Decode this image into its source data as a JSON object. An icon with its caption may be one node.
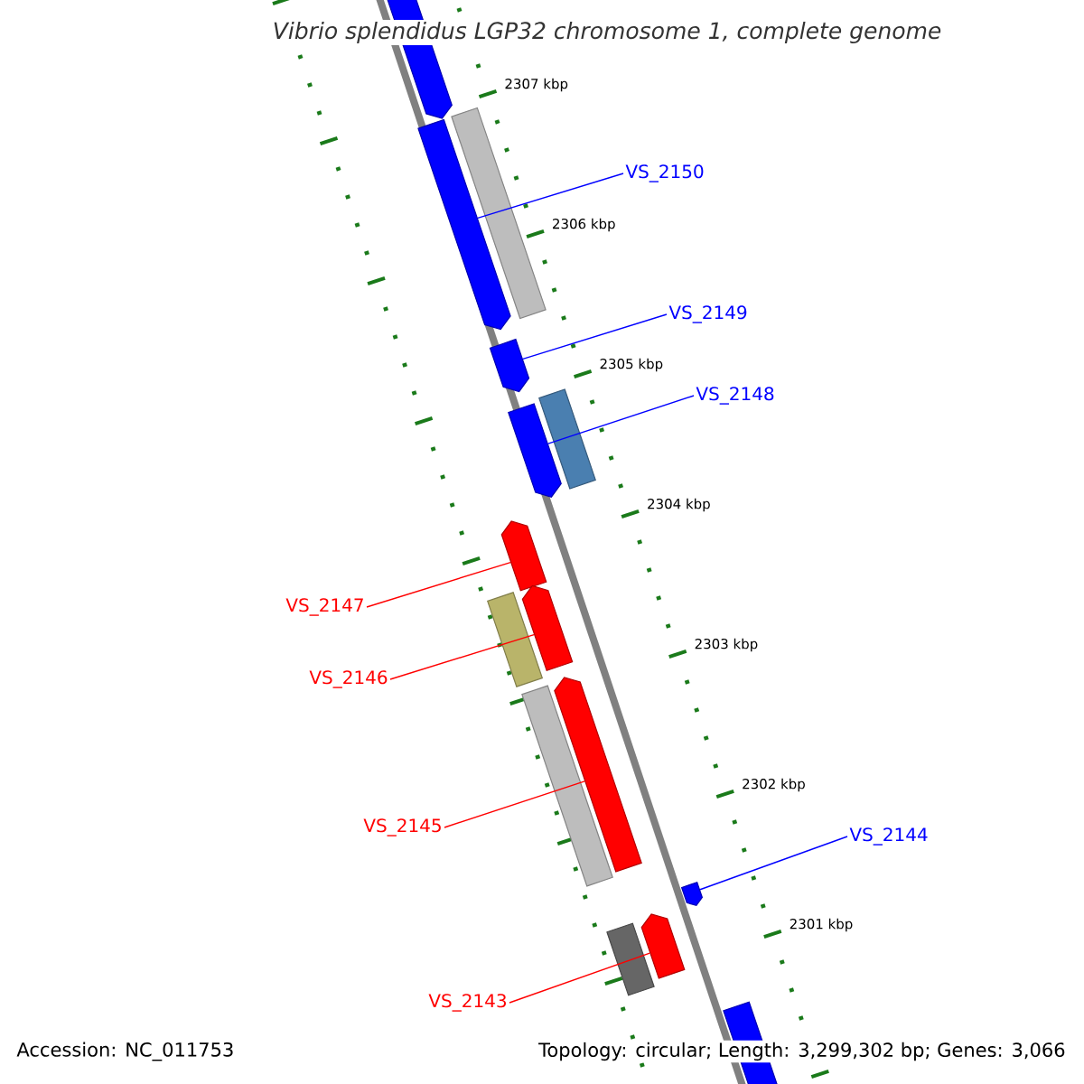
{
  "diagram": {
    "title": "Vibrio splendidus LGP32 chromosome 1, complete genome",
    "nodes": [
      {
        "text": [
          "VS_2150"
        ]
      },
      {
        "text": [
          "VS_2149"
        ]
      },
      {
        "text": [
          "VS_2148"
        ]
      },
      {
        "text": [
          "VS_2147"
        ]
      },
      {
        "text": [
          "VS_2146"
        ]
      },
      {
        "text": [
          "VS_2145"
        ]
      },
      {
        "text": [
          "VS_2144"
        ]
      },
      {
        "text": [
          "VS_2143"
        ]
      },
      {
        "text": [],
        "shape": "bar"
      },
      {
        "text": [],
        "shape": "bar"
      },
      {
        "text": [],
        "shape": "bar"
      },
      {
        "text": [],
        "shape": "bar"
      },
      {
        "text": [],
        "shape": "bar"
      },
      {
        "text": [],
        "shape": "bar"
      },
      {
        "text": [],
        "shape": "bar"
      },
      {
        "text": [],
        "shape": "bar"
      },
      {
        "text": [],
        "shape": "bar"
      },
      {
        "text": [],
        "shape": "bar"
      },
      {
        "text": [],
        "shape": "bar"
      },
      {
        "text": [],
        "shape": "bar"
      },
      {
        "text": [],
        "shape": "bar"
      },
      {
        "text": [],
        "shape": "bar"
      },
      {
        "text": [],
        "shape": "bar"
      }
    ],
    "edges": [
      {
        "from": 0,
        "to": 8,
        "arrow": "none",
        "color": "#0000ff"
      },
      {
        "from": 1,
        "to": 9,
        "arrow": "none",
        "color": "#0000ff"
      },
      {
        "from": 2,
        "to": 10,
        "arrow": "none",
        "color": "#0000ff"
      },
      {
        "from": 3,
        "to": 11,
        "arrow": "none",
        "color": "#ff0000"
      },
      {
        "from": 4,
        "to": 12,
        "arrow": "none",
        "color": "#ff0000"
      },
      {
        "from": 5,
        "to": 13,
        "arrow": "none",
        "color": "#ff0000"
      },
      {
        "from": 6,
        "to": 14,
        "arrow": "none",
        "color": "#0000ff"
      },
      {
        "from": 7,
        "to": 15,
        "arrow": "none",
        "color": "#ff0000"
      }
    ],
    "labels": [
      "2307 kbp",
      "2306 kbp",
      "2305 kbp",
      "2304 kbp",
      "2303 kbp",
      "2302 kbp",
      "2301 kbp",
      "Accession: NC_011753",
      "Topology: circular; Length: 3,299,302 bp; Genes: 3,066"
    ]
  }
}
